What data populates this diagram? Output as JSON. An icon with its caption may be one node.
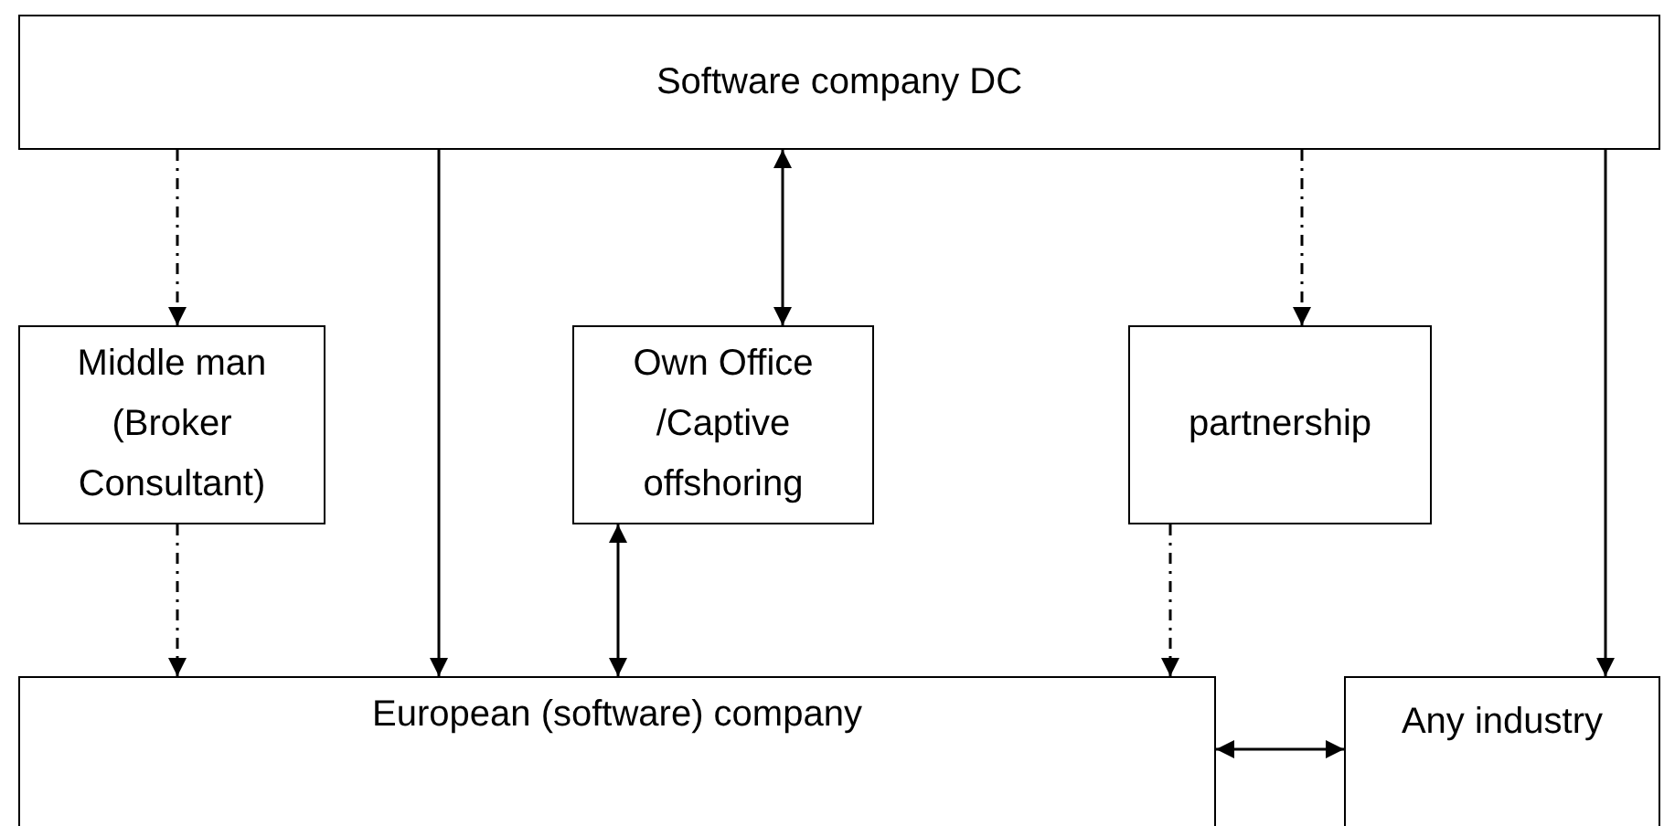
{
  "diagram": {
    "nodes": [
      {
        "text": [
          "Software company DC"
        ]
      },
      {
        "text": [
          "Middle man (Broker Consultant)"
        ]
      },
      {
        "text": [
          "Own Office /Captive offshoring"
        ]
      },
      {
        "text": [
          "partnership"
        ]
      },
      {
        "text": [
          "European (software) company"
        ]
      },
      {
        "text": [
          "Any industry"
        ]
      }
    ],
    "edges": [
      {
        "from": 0,
        "to": 1,
        "arrow": "to",
        "style": "dashed"
      },
      {
        "from": 1,
        "to": 4,
        "arrow": "to",
        "style": "dashed"
      },
      {
        "from": 0,
        "to": 4,
        "arrow": "to"
      },
      {
        "from": 0,
        "to": 2,
        "arrow": "both"
      },
      {
        "from": 2,
        "to": 4,
        "arrow": "both"
      },
      {
        "from": 0,
        "to": 3,
        "arrow": "to",
        "style": "dashed"
      },
      {
        "from": 3,
        "to": 4,
        "arrow": "to",
        "style": "dashed"
      },
      {
        "from": 0,
        "to": 5,
        "arrow": "to"
      },
      {
        "from": 4,
        "to": 5,
        "arrow": "both"
      }
    ]
  }
}
